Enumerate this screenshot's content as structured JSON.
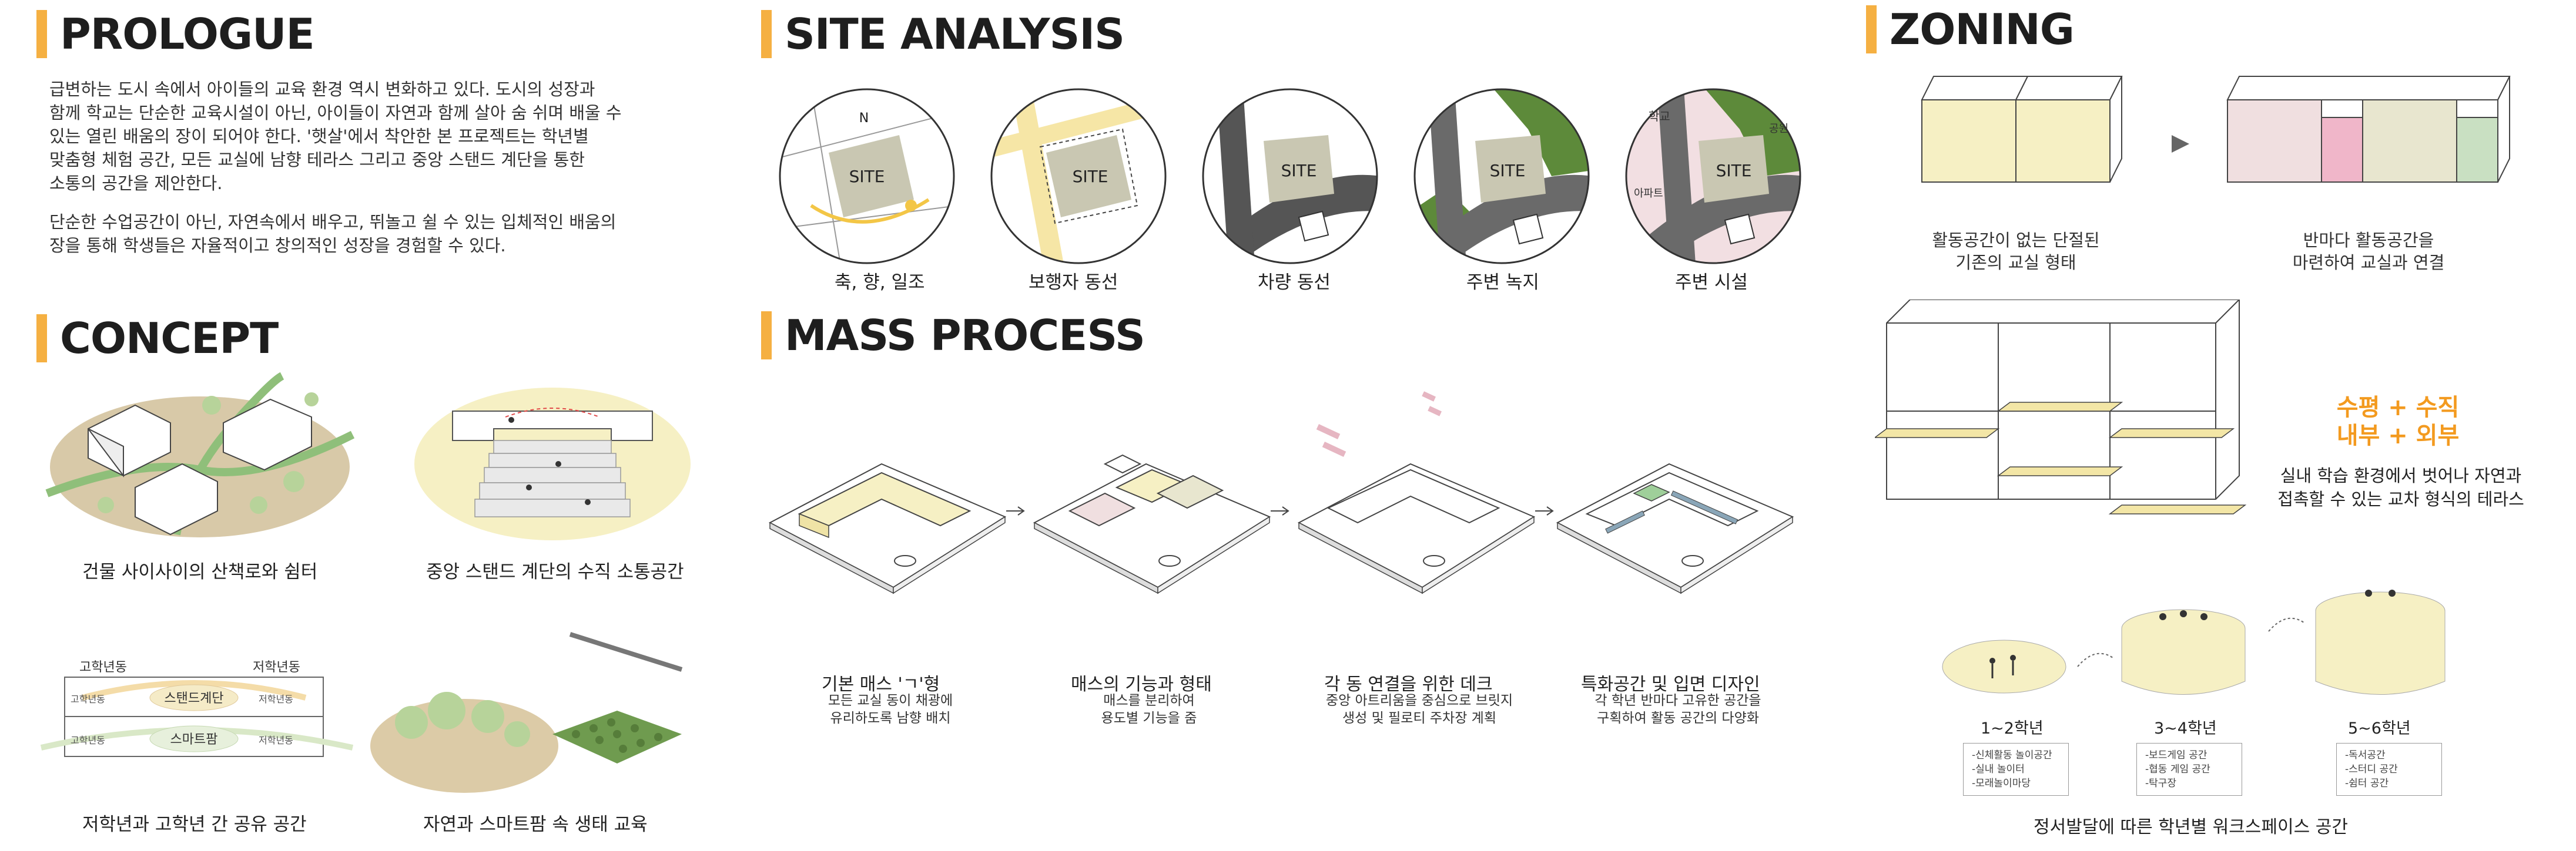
{
  "prologue": {
    "title": "PROLOGUE",
    "para1": "급변하는 도시 속에서 아이들의 교육 환경 역시 변화하고 있다. 도시의 성장과\n함께 학교는 단순한 교육시설이 아닌, 아이들이 자연과 함께 살아 숨 쉬며 배울 수\n있는 열린 배움의 장이 되어야 한다. '햇살'에서 착안한 본 프로젝트는 학년별\n맞춤형 체험 공간, 모든 교실에 남향 테라스 그리고 중앙 스탠드 계단을 통한\n소통의 공간을 제안한다.",
    "para2": "단순한 수업공간이 아닌, 자연속에서 배우고, 뛰놀고 쉴 수 있는 입체적인 배움의\n장을 통해 학생들은 자율적이고 창의적인 성장을 경험할 수 있다."
  },
  "concept": {
    "title": "CONCEPT",
    "captions": [
      "건물 사이사이의 산책로와 쉼터",
      "중앙 스탠드 계단의 수직 소통공간",
      "저학년과 고학년 간 공유 공간",
      "자연과 스마트팜 속 생태 교육"
    ],
    "diagram_labels": {
      "upper_grade": "고학년동",
      "lower_grade": "저학년동",
      "stand_stairs": "스탠드계단",
      "smart_farm": "스마트팜",
      "left_small": "고학년동",
      "right_small": "저학년동"
    }
  },
  "site_analysis": {
    "title": "SITE ANALYSIS",
    "site_label": "SITE",
    "north_label": "N",
    "circles": [
      {
        "caption": "축, 향, 일조"
      },
      {
        "caption": "보행자 동선"
      },
      {
        "caption": "차량 동선"
      },
      {
        "caption": "주변 녹지"
      },
      {
        "caption": "주변 시설",
        "labels": [
          "학교",
          "공원",
          "아파트"
        ]
      }
    ]
  },
  "mass_process": {
    "title": "MASS PROCESS",
    "steps": [
      {
        "title": "기본 매스 'ㄱ'형",
        "sub": "모든 교실 동이 채광에\n유리하도록 남향 배치"
      },
      {
        "title": "매스의 기능과 형태",
        "sub": "매스를 분리하여\n용도별 기능을 줌"
      },
      {
        "title": "각 동 연결을 위한 데크",
        "sub": "중앙 아트리움을 중심으로 브릿지\n생성 및 필로티 주차장 계획"
      },
      {
        "title": "특화공간 및 입면 디자인",
        "sub": "각 학년 반마다 고유한 공간을\n구획하여 활동 공간의 다양화"
      }
    ]
  },
  "zoning": {
    "title": "ZONING",
    "cap_before": "활동공간이 없는 단절된\n기존의 교실 형태",
    "cap_after": "반마다 활동공간을\n마련하여 교실과 연결",
    "orange_text": "수평 + 수직\n내부 + 외부",
    "terrace_desc": "실내 학습 환경에서 벗어나 자연과\n접촉할 수 있는 교차 형식의 테라스",
    "grades": [
      {
        "label": "1~2학년",
        "items": "-신체활동 놀이공간\n-실내 놀이터\n-모래놀이마당"
      },
      {
        "label": "3~4학년",
        "items": "-보드게임 공간\n-협동 게임 공간\n-탁구장"
      },
      {
        "label": "5~6학년",
        "items": "-독서공간\n-스터디 공간\n-쉼터 공간"
      }
    ],
    "footer": "정서발달에 따른 학년별 워크스페이스 공간"
  },
  "colors": {
    "accent": "#f5b042",
    "site_fill": "#c9c7b2",
    "green": "#5d8a3a",
    "road": "#555555",
    "pale_yellow": "#f6f0c4",
    "orange_text": "#f39a1f"
  }
}
